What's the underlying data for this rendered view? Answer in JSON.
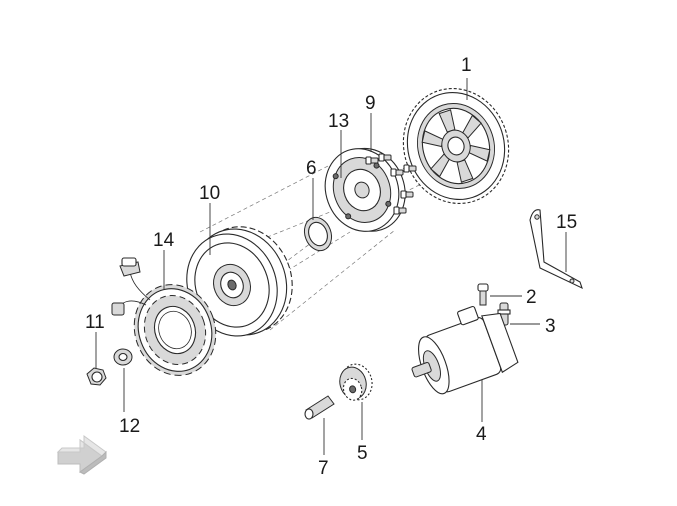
{
  "callouts": {
    "c1": "1",
    "c2": "2",
    "c3": "3",
    "c4": "4",
    "c5": "5",
    "c6": "6",
    "c7": "7",
    "c9": "9",
    "c10": "10",
    "c11": "11",
    "c12": "12",
    "c13": "13",
    "c14": "14",
    "c15": "15"
  },
  "icons": {
    "nav_arrow": "arrow-right-icon"
  }
}
